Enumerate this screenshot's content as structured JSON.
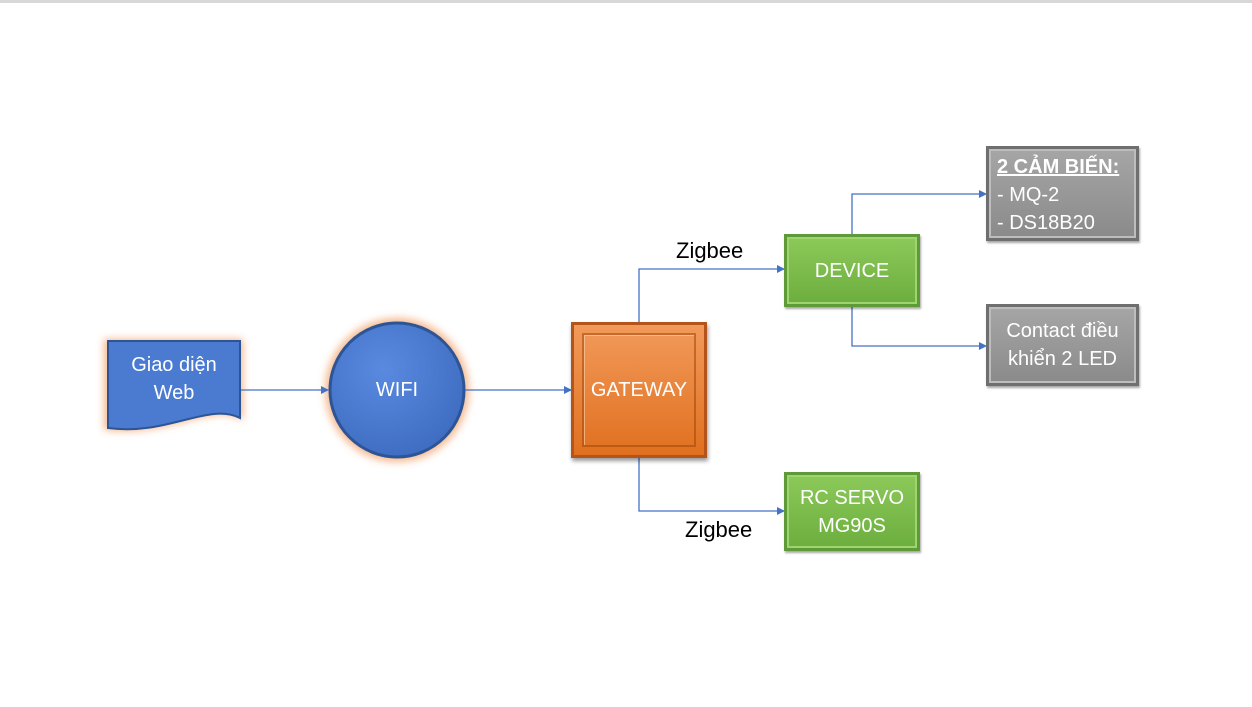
{
  "nodes": {
    "web": "Giao diện Web",
    "wifi": "WIFI",
    "gateway": "GATEWAY",
    "device": "DEVICE",
    "servo": [
      "RC SERVO",
      "MG90S"
    ],
    "sensors": {
      "title": "2 CẢM BIẾN:",
      "items": [
        "- MQ-2",
        "- DS18B20"
      ]
    },
    "led": "Contact điều khiển 2 LED"
  },
  "edge_labels": {
    "upper": "Zigbee",
    "lower": "Zigbee"
  },
  "colors": {
    "blue_fill": "#4a7bd0",
    "blue_border": "#2d5596",
    "glow": "#f4b183",
    "orange": "#e8803a",
    "green": "#7ab648",
    "gray": "#969696",
    "connector": "#4472c4"
  }
}
